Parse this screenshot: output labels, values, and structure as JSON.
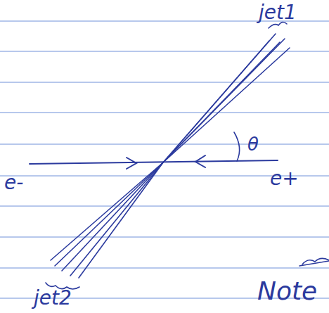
{
  "diagram": {
    "labels": [
      "jet1",
      "θ",
      "e-",
      "e+",
      "jet2",
      "Note"
    ]
  }
}
